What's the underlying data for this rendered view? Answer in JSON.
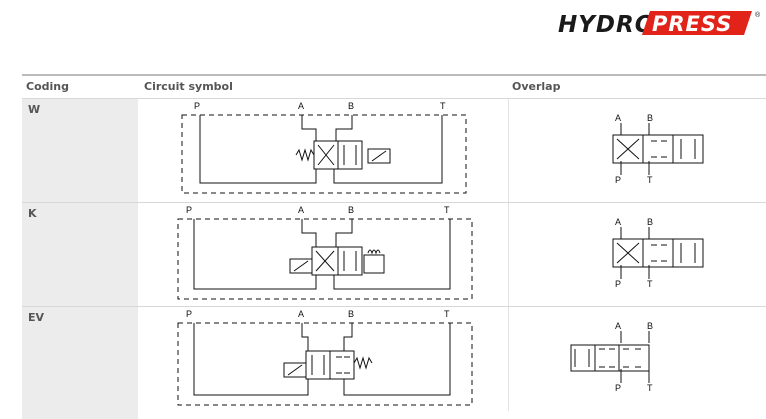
{
  "logo": {
    "text_left": "HYDRO",
    "text_right": "PRESS",
    "registered": "®",
    "colors": {
      "dark": "#1a1a1a",
      "red": "#e2231a"
    }
  },
  "table": {
    "headers": {
      "coding": "Coding",
      "circuit": "Circuit symbol",
      "overlap": "Overlap"
    },
    "rows": [
      {
        "code": "W",
        "ports": {
          "p": "P",
          "a": "A",
          "b": "B",
          "t": "T"
        },
        "overlap_ports": {
          "a": "A",
          "b": "B",
          "p": "P",
          "t": "T"
        }
      },
      {
        "code": "K",
        "ports": {
          "p": "P",
          "a": "A",
          "b": "B",
          "t": "T"
        },
        "overlap_ports": {
          "a": "A",
          "b": "B",
          "p": "P",
          "t": "T"
        }
      },
      {
        "code": "EV",
        "ports": {
          "p": "P",
          "a": "A",
          "b": "B",
          "t": "T"
        },
        "overlap_ports": {
          "a": "A",
          "b": "B",
          "p": "P",
          "t": "T"
        }
      }
    ]
  }
}
